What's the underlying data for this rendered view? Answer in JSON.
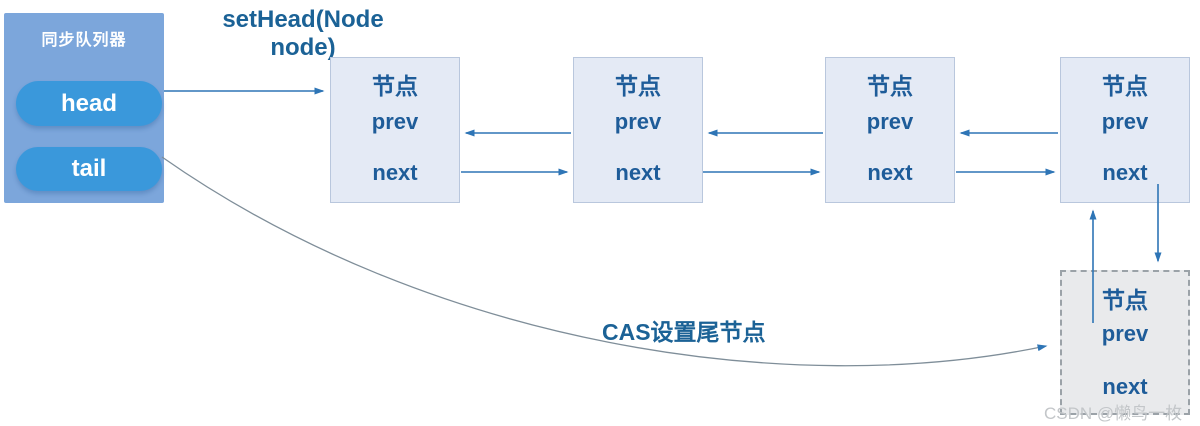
{
  "colors": {
    "accent_blue": "#3A98DB",
    "panel_blue": "#7CA6DB",
    "node_fill": "#E4EAF5",
    "node_border": "#B9C7DD",
    "node_text": "#1E5C99",
    "label_text": "#1B6296",
    "arrow": "#2E75B6",
    "curve": "#7F8E99",
    "dashed_border": "#9BA2A8",
    "dashed_fill": "#E9EAEC",
    "watermark": "#C3C6C9"
  },
  "sync_queue": {
    "title": "同步队列器",
    "head_label": "head",
    "tail_label": "tail"
  },
  "labels": {
    "set_head": "setHead(Node node)",
    "cas": "CAS设置尾节点"
  },
  "nodes": [
    {
      "title": "节点",
      "prev_label": "prev",
      "next_label": "next"
    },
    {
      "title": "节点",
      "prev_label": "prev",
      "next_label": "next"
    },
    {
      "title": "节点",
      "prev_label": "prev",
      "next_label": "next"
    },
    {
      "title": "节点",
      "prev_label": "prev",
      "next_label": "next"
    },
    {
      "title": "节点",
      "prev_label": "prev",
      "next_label": "next"
    }
  ],
  "watermark": "CSDN @懒鸟一枚"
}
